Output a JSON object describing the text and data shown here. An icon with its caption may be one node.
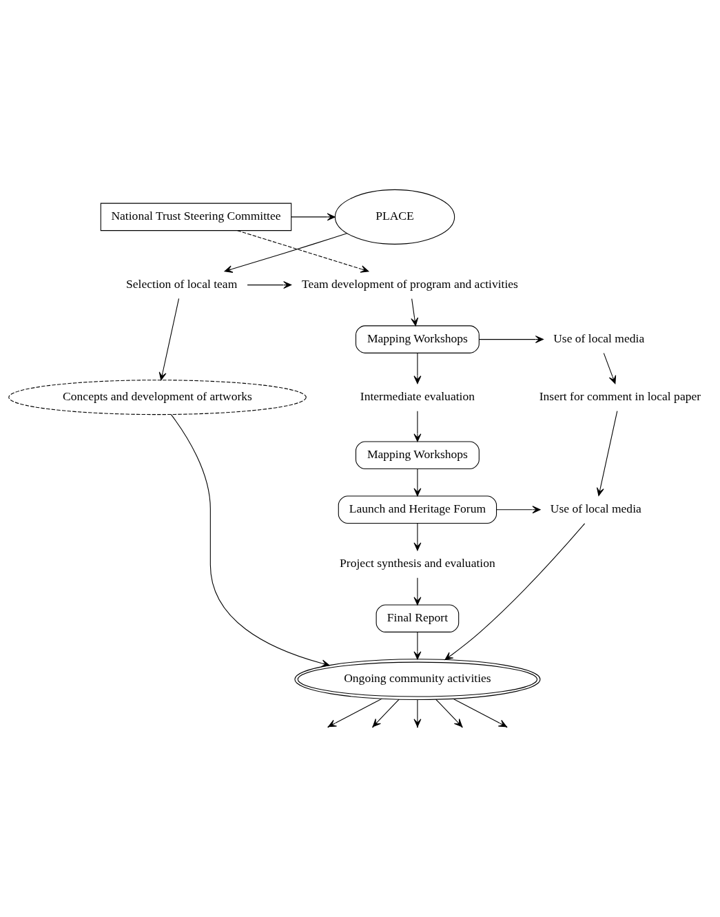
{
  "diagram": {
    "nodes": [
      {
        "text": [
          "National Trust Steering Committee"
        ]
      },
      {
        "text": [
          "PLACE"
        ]
      },
      {
        "text": [
          "Selection of local team"
        ]
      },
      {
        "text": [
          "Team development of program and activities"
        ]
      },
      {
        "text": [
          "Mapping Workshops"
        ]
      },
      {
        "text": [
          "Use of local media"
        ]
      },
      {
        "text": [
          "Intermediate evaluation"
        ]
      },
      {
        "text": [
          "Insert for comment in local paper"
        ]
      },
      {
        "text": [
          "Mapping Workshops"
        ]
      },
      {
        "text": [
          "Concepts and development of artworks"
        ]
      },
      {
        "text": [
          "Launch and Heritage Forum"
        ]
      },
      {
        "text": [
          "Use of local media"
        ]
      },
      {
        "text": [
          "Project synthesis and evaluation"
        ]
      },
      {
        "text": [
          "Final Report"
        ]
      },
      {
        "text": [
          "Ongoing community activities"
        ]
      }
    ],
    "edges": [
      {
        "from": 0,
        "to": 1,
        "arrow": "to"
      },
      {
        "from": 0,
        "to": 3,
        "arrow": "to",
        "style": "dashed"
      },
      {
        "from": 1,
        "to": 2,
        "arrow": "to"
      },
      {
        "from": 2,
        "to": 3,
        "arrow": "to"
      },
      {
        "from": 2,
        "to": 9,
        "arrow": "to"
      },
      {
        "from": 3,
        "to": 4,
        "arrow": "to"
      },
      {
        "from": 4,
        "to": 5,
        "arrow": "to"
      },
      {
        "from": 4,
        "to": 6,
        "arrow": "to"
      },
      {
        "from": 5,
        "to": 7,
        "arrow": "to"
      },
      {
        "from": 6,
        "to": 8,
        "arrow": "to"
      },
      {
        "from": 7,
        "to": 11,
        "arrow": "to"
      },
      {
        "from": 8,
        "to": 10,
        "arrow": "to"
      },
      {
        "from": 10,
        "to": 11,
        "arrow": "to"
      },
      {
        "from": 10,
        "to": 12,
        "arrow": "to"
      },
      {
        "from": 12,
        "to": 13,
        "arrow": "to"
      },
      {
        "from": 13,
        "to": 14,
        "arrow": "to"
      },
      {
        "from": 11,
        "to": 14,
        "arrow": "to"
      },
      {
        "from": 9,
        "to": 14,
        "arrow": "to"
      },
      {
        "from": 14,
        "to": null,
        "arrow": "to"
      },
      {
        "from": 14,
        "to": null,
        "arrow": "to"
      },
      {
        "from": 14,
        "to": null,
        "arrow": "to"
      },
      {
        "from": 14,
        "to": null,
        "arrow": "to"
      },
      {
        "from": 14,
        "to": null,
        "arrow": "to"
      }
    ]
  }
}
